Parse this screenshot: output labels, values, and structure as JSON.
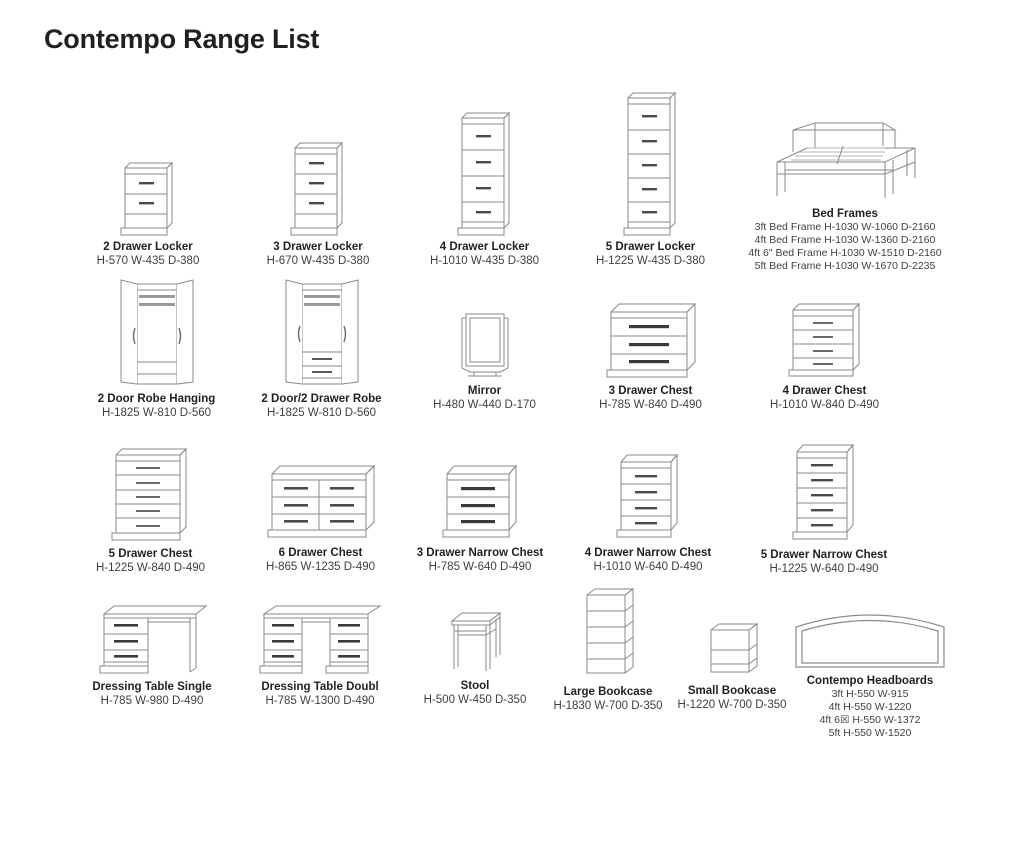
{
  "page": {
    "title": "Contempo Range List",
    "background": "#ffffff",
    "text_color": "#231f20",
    "dim_color": "#3f3f42"
  },
  "rows": [
    {
      "row": 1,
      "items": [
        {
          "name": "2 Drawer Locker",
          "dims": [
            "H-570 W-435 D-380"
          ],
          "icon": "locker-2-drawer-icon"
        },
        {
          "name": "3 Drawer Locker",
          "dims": [
            "H-670 W-435 D-380"
          ],
          "icon": "locker-3-drawer-icon"
        },
        {
          "name": "4 Drawer Locker",
          "dims": [
            "H-1010 W-435 D-380"
          ],
          "icon": "locker-4-drawer-icon"
        },
        {
          "name": "5 Drawer Locker",
          "dims": [
            "H-1225 W-435 D-380"
          ],
          "icon": "locker-5-drawer-icon"
        },
        {
          "name": "Bed Frames",
          "icon": "bed-frame-icon",
          "dims": [
            "3ft Bed Frame H-1030 W-1060 D-2160",
            "4ft Bed Frame H-1030 W-1360 D-2160",
            "4ft 6\" Bed Frame H-1030 W-1510 D-2160",
            "5ft Bed Frame H-1030 W-1670 D-2235"
          ]
        }
      ]
    },
    {
      "row": 2,
      "items": [
        {
          "name": "2 Door Robe Hanging",
          "dims": [
            "H-1825 W-810 D-560"
          ],
          "icon": "wardrobe-2-door-icon"
        },
        {
          "name": "2 Door/2 Drawer Robe",
          "dims": [
            "H-1825 W-810 D-560"
          ],
          "icon": "wardrobe-2-door-2-drawer-icon"
        },
        {
          "name": "Mirror",
          "dims": [
            "H-480 W-440 D-170"
          ],
          "icon": "mirror-icon"
        },
        {
          "name": "3 Drawer Chest",
          "dims": [
            "H-785 W-840 D-490"
          ],
          "icon": "chest-3-drawer-icon"
        },
        {
          "name": "4 Drawer Chest",
          "dims": [
            "H-1010 W-840 D-490"
          ],
          "icon": "chest-4-drawer-icon"
        }
      ]
    },
    {
      "row": 3,
      "items": [
        {
          "name": "5 Drawer Chest",
          "dims": [
            "H-1225 W-840 D-490"
          ],
          "icon": "chest-5-drawer-icon"
        },
        {
          "name": "6 Drawer Chest",
          "dims": [
            "H-865 W-1235 D-490"
          ],
          "icon": "chest-6-drawer-icon"
        },
        {
          "name": "3 Drawer Narrow Chest",
          "dims": [
            "H-785 W-640 D-490"
          ],
          "icon": "narrow-chest-3-drawer-icon"
        },
        {
          "name": "4 Drawer Narrow Chest",
          "dims": [
            "H-1010 W-640 D-490"
          ],
          "icon": "narrow-chest-4-drawer-icon"
        },
        {
          "name": "5 Drawer Narrow Chest",
          "dims": [
            "H-1225 W-640 D-490"
          ],
          "icon": "narrow-chest-5-drawer-icon"
        }
      ]
    },
    {
      "row": 4,
      "items": [
        {
          "name": "Dressing Table Single",
          "dims": [
            "H-785 W-980 D-490"
          ],
          "icon": "dressing-table-single-icon"
        },
        {
          "name": "Dressing Table Doubl",
          "dims": [
            "H-785 W-1300 D-490"
          ],
          "icon": "dressing-table-double-icon"
        },
        {
          "name": "Stool",
          "dims": [
            "H-500 W-450 D-350"
          ],
          "icon": "stool-icon"
        },
        {
          "name": "Large Bookcase",
          "dims": [
            "H-1830 W-700 D-350"
          ],
          "icon": "bookcase-large-icon"
        },
        {
          "name": "Small Bookcase",
          "dims": [
            "H-1220 W-700 D-350"
          ],
          "icon": "bookcase-small-icon"
        },
        {
          "name": "Contempo Headboards",
          "icon": "headboard-icon",
          "dims": [
            "3ft H-550 W-915",
            "4ft H-550 W-1220",
            "4ft 6☒ H-550 W-1372",
            "5ft H-550 W-1520"
          ]
        }
      ]
    }
  ]
}
